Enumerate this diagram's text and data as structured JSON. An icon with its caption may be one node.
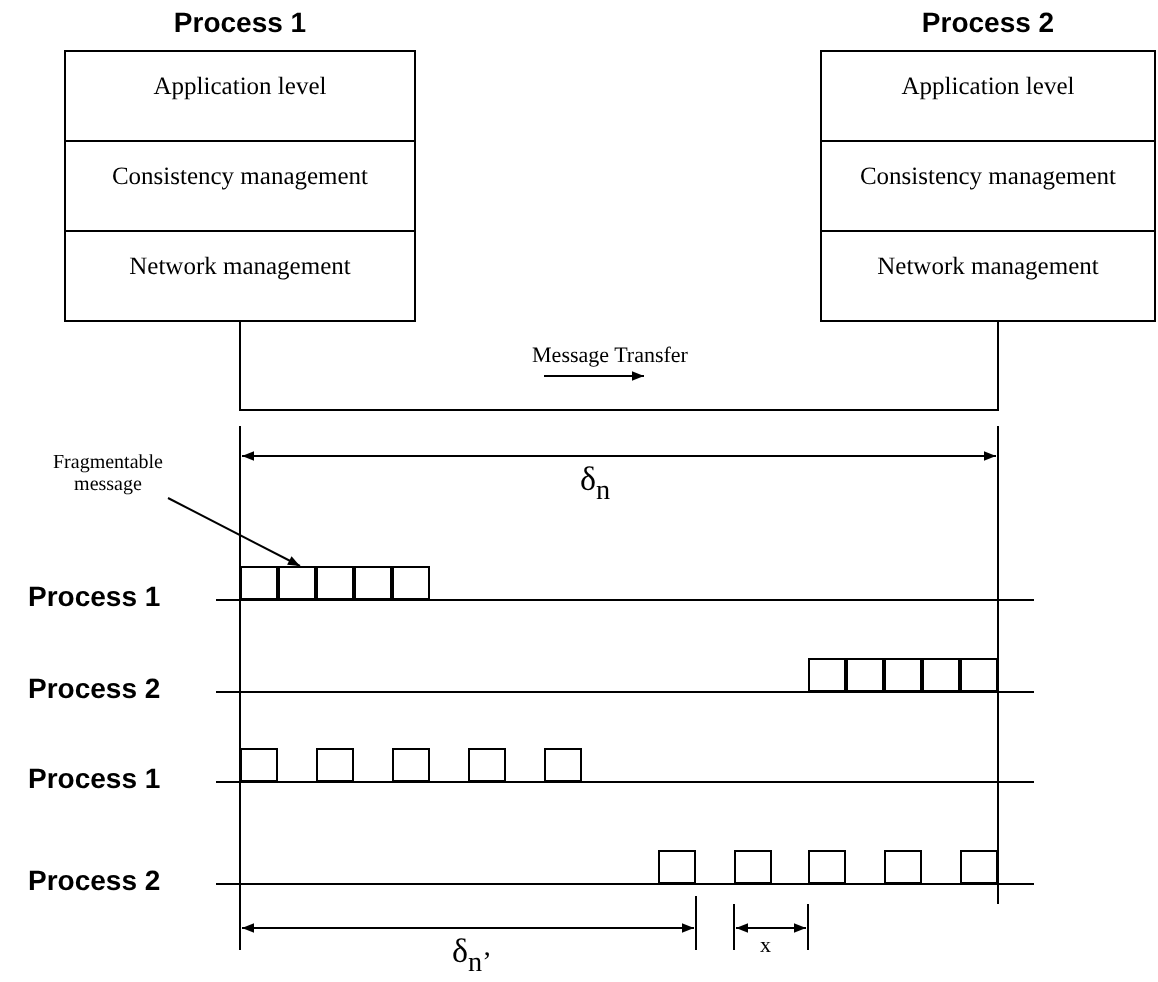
{
  "diagram": {
    "nodes": [
      {
        "text": [
          "Process 1"
        ]
      },
      {
        "text": [
          "Application level"
        ],
        "in": 0
      },
      {
        "text": [
          "Consistency management"
        ],
        "in": 0
      },
      {
        "text": [
          "Network management"
        ],
        "in": 0
      },
      {
        "text": [
          "Process 2"
        ]
      },
      {
        "text": [
          "Application level"
        ],
        "in": 4
      },
      {
        "text": [
          "Consistency management"
        ],
        "in": 4
      },
      {
        "text": [
          "Network management"
        ],
        "in": 4
      },
      {
        "text": [
          "Fragmentable message"
        ]
      },
      {
        "text": [],
        "shape": "box"
      },
      {
        "text": [],
        "shape": "box"
      },
      {
        "text": [],
        "shape": "box"
      },
      {
        "text": [],
        "shape": "box"
      },
      {
        "text": [],
        "shape": "box"
      },
      {
        "text": [],
        "shape": "box"
      },
      {
        "text": [],
        "shape": "box"
      },
      {
        "text": [],
        "shape": "box"
      },
      {
        "text": [],
        "shape": "box"
      },
      {
        "text": [],
        "shape": "box"
      },
      {
        "text": [],
        "shape": "box"
      },
      {
        "text": [],
        "shape": "box"
      },
      {
        "text": [],
        "shape": "box"
      },
      {
        "text": [],
        "shape": "box"
      },
      {
        "text": [],
        "shape": "box"
      },
      {
        "text": [],
        "shape": "box"
      },
      {
        "text": [],
        "shape": "box"
      },
      {
        "text": [],
        "shape": "box"
      },
      {
        "text": [],
        "shape": "box"
      },
      {
        "text": [],
        "shape": "box"
      }
    ],
    "edges": [
      {
        "from": 3,
        "to": 7,
        "arrow": "none",
        "label": "Message Transfer"
      },
      {
        "from": 8,
        "to": 10,
        "arrow": "to"
      }
    ],
    "labels": [
      "δ$_{n}$",
      "Process 1",
      "Process 2",
      "Process 1",
      "Process 2",
      "δ$_{n’}$",
      "x"
    ]
  }
}
